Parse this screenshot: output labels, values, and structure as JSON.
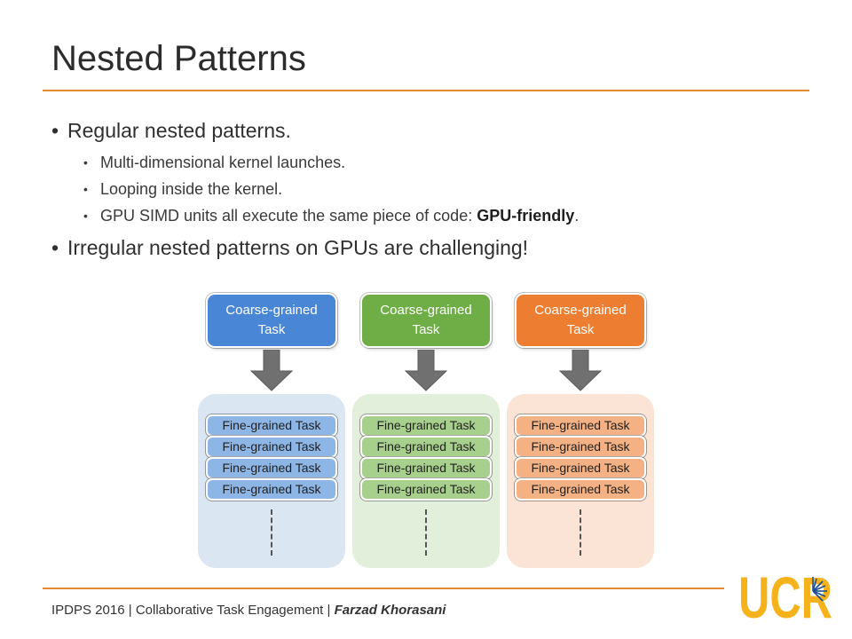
{
  "slide": {
    "title": "Nested Patterns",
    "bullets": [
      {
        "text": "Regular nested patterns.",
        "subs": [
          {
            "text": "Multi-dimensional kernel launches."
          },
          {
            "text": "Looping inside the kernel."
          },
          {
            "text_before": "GPU SIMD units all execute the same piece of code: ",
            "bold": "GPU-friendly",
            "text_after": "."
          }
        ]
      },
      {
        "text": "Irregular nested patterns on GPUs are challenging!"
      }
    ]
  },
  "diagram": {
    "columns": [
      {
        "coarse_label": "Coarse-grained Task",
        "fine_labels": [
          "Fine-grained Task",
          "Fine-grained Task",
          "Fine-grained Task",
          "Fine-grained Task"
        ],
        "colors": {
          "coarse": "#4a86d6",
          "fine": "#8db6e6",
          "panel": "#dbe6f3"
        }
      },
      {
        "coarse_label": "Coarse-grained Task",
        "fine_labels": [
          "Fine-grained Task",
          "Fine-grained Task",
          "Fine-grained Task",
          "Fine-grained Task"
        ],
        "colors": {
          "coarse": "#6fad47",
          "fine": "#a8d08d",
          "panel": "#e2efda"
        }
      },
      {
        "coarse_label": "Coarse-grained Task",
        "fine_labels": [
          "Fine-grained Task",
          "Fine-grained Task",
          "Fine-grained Task",
          "Fine-grained Task"
        ],
        "colors": {
          "coarse": "#ed7d31",
          "fine": "#f4b183",
          "panel": "#fbe4d5"
        }
      }
    ],
    "arrow_color": "#707070"
  },
  "footer": {
    "conference": "IPDPS 2016",
    "sep1": "|",
    "talk": "Collaborative Task Engagement",
    "sep2": "|",
    "author": "Farzad Khorasani"
  },
  "logo": {
    "text": "UCR",
    "colors": {
      "letters": "#f5b21a",
      "star": "#1b4f91"
    }
  },
  "theme": {
    "accent": "#e58a2e"
  }
}
